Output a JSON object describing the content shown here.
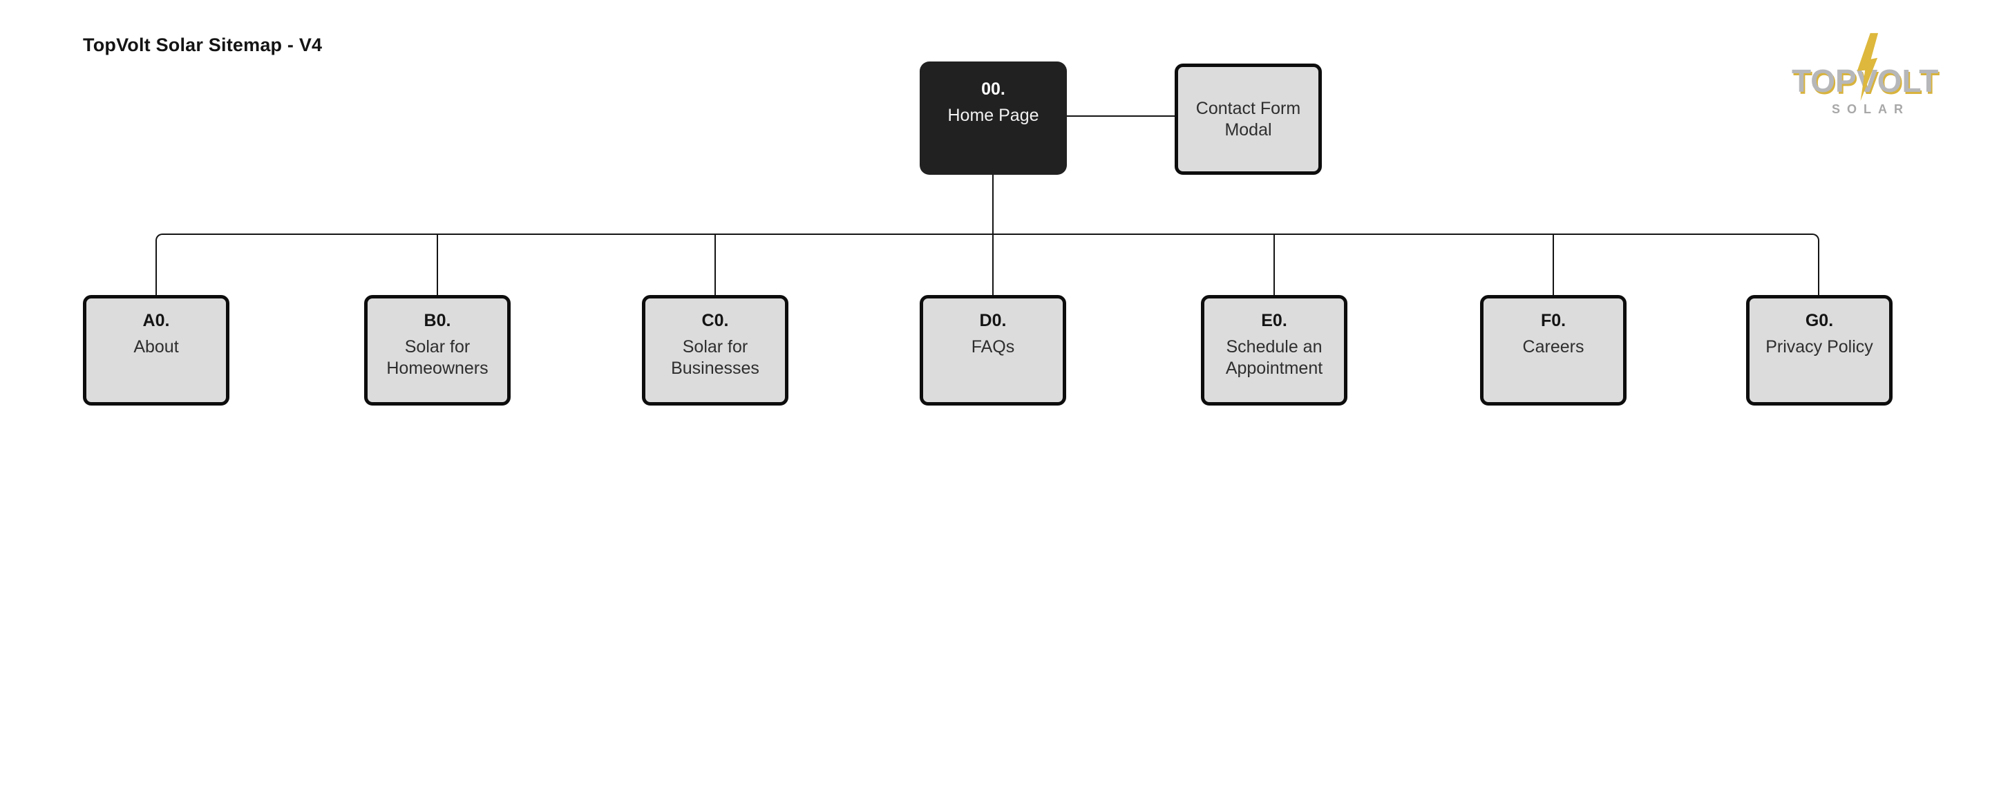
{
  "page": {
    "title": "TopVolt Solar Sitemap - V4"
  },
  "logo": {
    "word_pre": "TOP",
    "word_v": "V",
    "word_post": "OLT",
    "subtitle": "SOLAR",
    "gold": "#D8B33C",
    "gray": "#B6B7B9"
  },
  "sitemap": {
    "home": {
      "code": "00.",
      "label": "Home Page"
    },
    "modal": {
      "label": "Contact Form Modal"
    },
    "children": [
      {
        "code": "A0.",
        "label": "About"
      },
      {
        "code": "B0.",
        "label": "Solar for Homeowners"
      },
      {
        "code": "C0.",
        "label": "Solar for Businesses"
      },
      {
        "code": "D0.",
        "label": "FAQs"
      },
      {
        "code": "E0.",
        "label": "Schedule an Appointment"
      },
      {
        "code": "F0.",
        "label": "Careers"
      },
      {
        "code": "G0.",
        "label": "Privacy Policy"
      }
    ]
  },
  "colors": {
    "node_fill": "#DCDCDC",
    "node_border": "#0D0D0D",
    "root_fill": "#212121",
    "line": "#141414",
    "background": "#FFFFFF"
  }
}
